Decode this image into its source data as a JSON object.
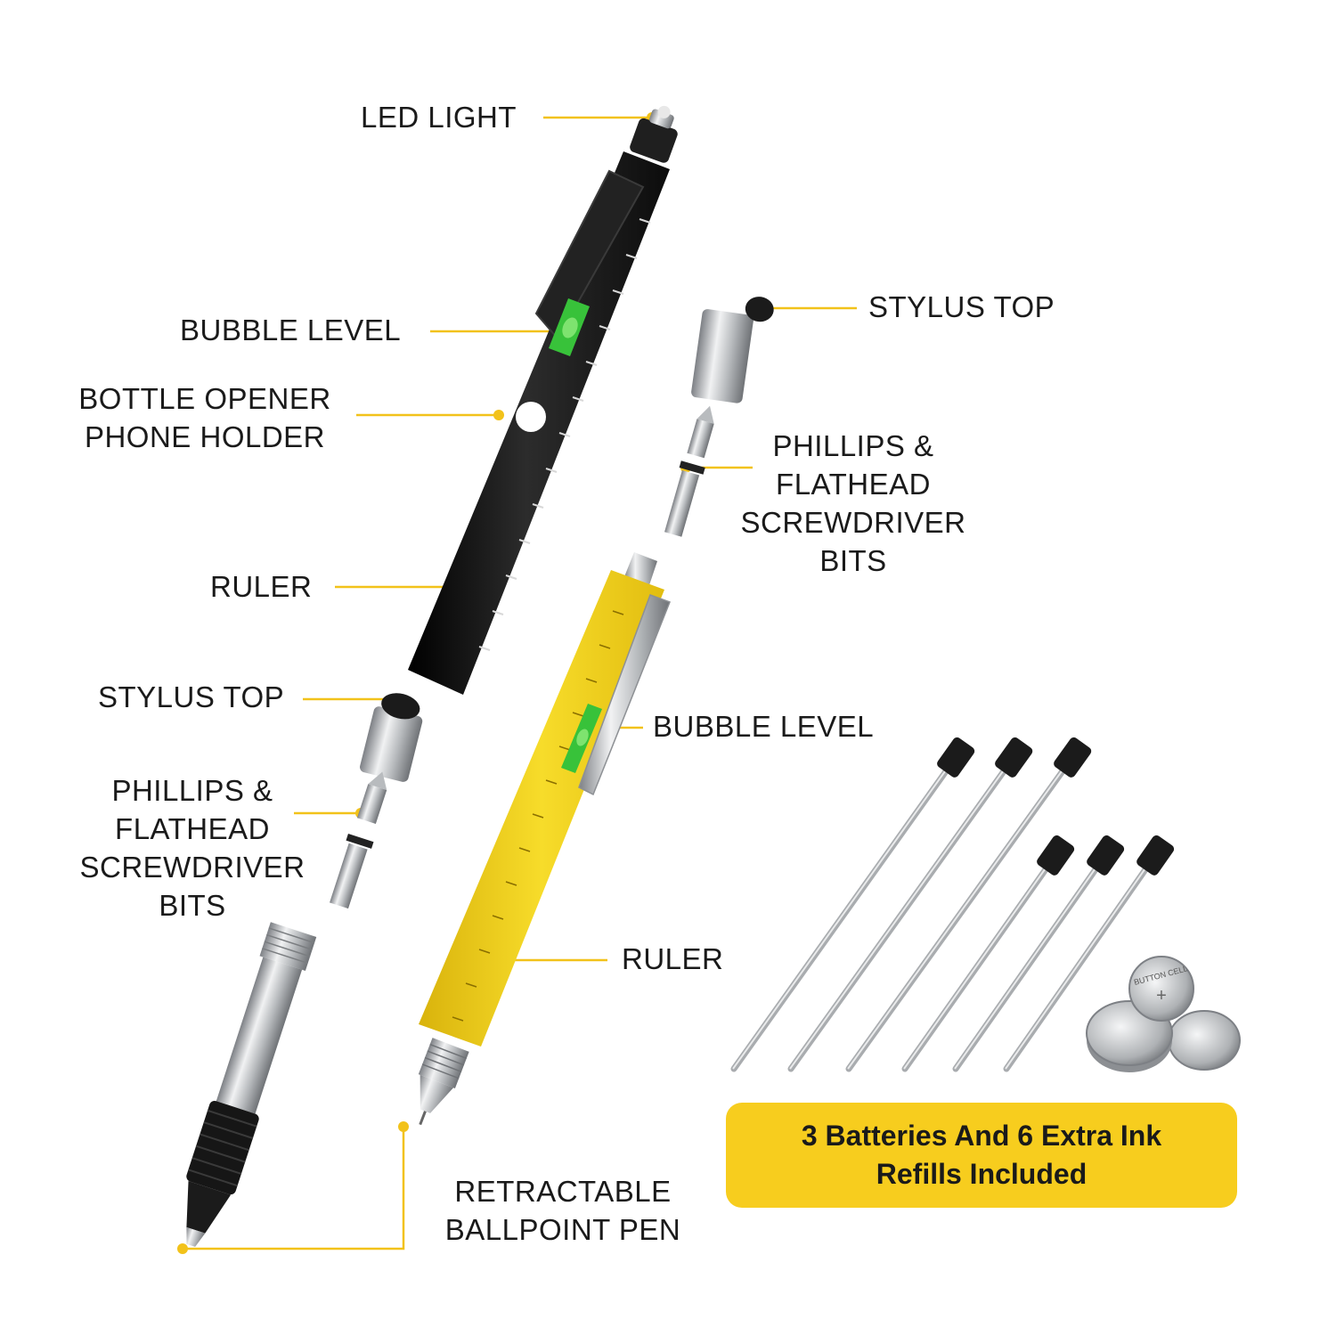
{
  "labels": {
    "led_light": "LED LIGHT",
    "bubble_level_black": "BUBBLE LEVEL",
    "bottle_opener": [
      "BOTTLE OPENER",
      "PHONE HOLDER"
    ],
    "ruler_black": "RULER",
    "stylus_top_black": "STYLUS TOP",
    "bits_black": [
      "PHILLIPS &",
      "FLATHEAD",
      "SCREWDRIVER",
      "BITS"
    ],
    "stylus_top_yellow": "STYLUS TOP",
    "bits_yellow": [
      "PHILLIPS &",
      "FLATHEAD",
      "SCREWDRIVER",
      "BITS"
    ],
    "bubble_level_yellow": "BUBBLE LEVEL",
    "ruler_yellow": "RULER",
    "ballpoint": [
      "RETRACTABLE",
      "BALLPOINT PEN"
    ]
  },
  "banner": [
    "3 Batteries And 6 Extra Ink",
    "Refills Included"
  ],
  "battery_text": "BUTTON CELL",
  "colors": {
    "accent_yellow": "#f7cd1e",
    "leader_line": "#f2c21a",
    "pen_black": "#1b1b1b",
    "pen_yellow": "#f2d31f",
    "level_green": "#38c23a",
    "metal": "#c9cbcd"
  }
}
